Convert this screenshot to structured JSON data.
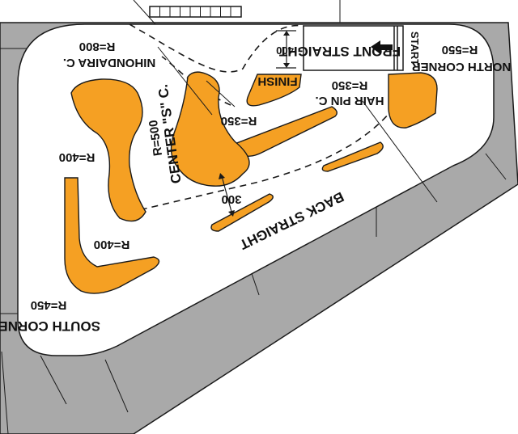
{
  "colors": {
    "background": "#ffffff",
    "surround": "#a9a9a9",
    "track": "#ffffff",
    "kerb": "#f5a023",
    "outline": "#1a1a1a",
    "text": "#111111"
  },
  "labels": {
    "north_corner": "NORTH CORNER",
    "north_radius": "R=550",
    "start": "START",
    "front_straight": "FRONT STRAIGHT",
    "front_dim": "400",
    "finish": "FINISH",
    "hairpin": "HAIR PIN C.",
    "hairpin_radius": "R=350",
    "dunlop_radius": "R=350",
    "nihondaira": "NIHONDAIRA C.",
    "nihondaira_radius": "R=800",
    "center_s": "CENTER \"S\" C.",
    "center_s_radius": "R=500",
    "back_dim": "300",
    "back_straight": "BACK STRAIGHT",
    "left_radius_upper": "R=400",
    "left_radius_lower": "R=400",
    "south_corner": "SOUTH CORNER",
    "south_radius": "R=450"
  },
  "icons": {
    "direction": "arrow-left-icon",
    "grid": "start-grid-icon"
  }
}
